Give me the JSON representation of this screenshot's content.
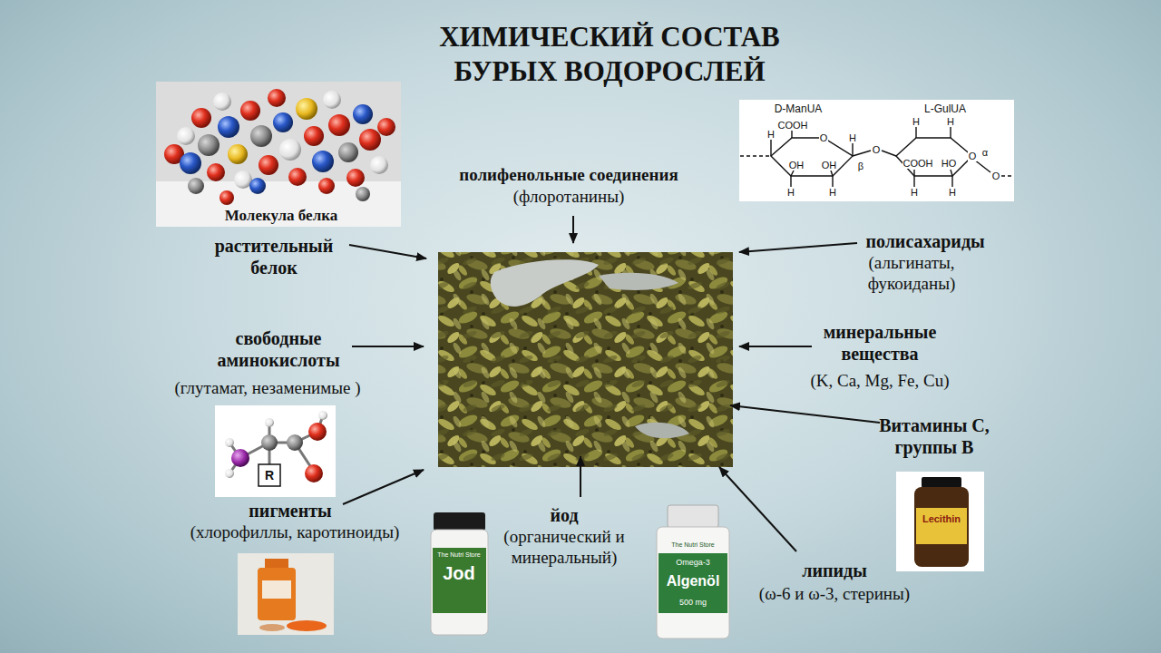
{
  "diagram": {
    "title": "ХИМИЧЕСКИЙ СОСТАВ БУРЫХ ВОДОРОСЛЕЙ",
    "labels": [
      "Молекула белка",
      "полифенольные соединения",
      "(флоротанины)",
      "растительный белок",
      "полисахариды",
      "(альгинаты, фукоиданы)",
      "свободные аминокислоты",
      "(глутамат, незаменимые )",
      "минеральные вещества",
      "(K, Ca, Mg, Fe, Cu)",
      "Витамины С, группы В",
      "пигменты",
      "(хлорофиллы, каротиноиды)",
      "йод",
      "(органический и минеральный)",
      "липиды",
      "(ω-6 и ω-3, стерины)",
      "D-ManUA",
      "L-GulUA",
      "COOH",
      "H",
      "O",
      "OH",
      "OH",
      "H",
      "H",
      "H",
      "β",
      "O",
      "H",
      "H",
      "O",
      "COOH",
      "HO",
      "H",
      "H",
      "α",
      "O",
      "R",
      "The Nutri Store",
      "Jod",
      "The Nutri Store",
      "Omega-3",
      "Algenöl",
      "500 mg",
      "Lecithin"
    ]
  }
}
